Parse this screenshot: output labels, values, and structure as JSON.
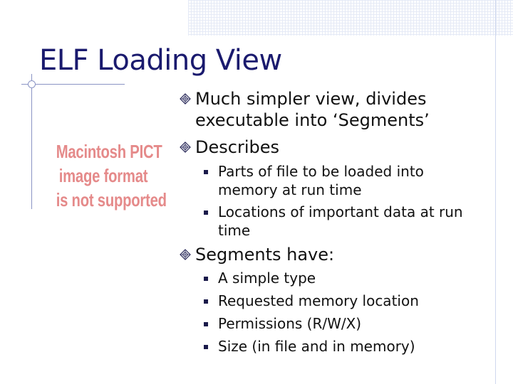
{
  "slide": {
    "title": "ELF Loading View",
    "placeholder_image_text": [
      "Macintosh PICT",
      "image format",
      "is not supported"
    ],
    "bullets": [
      {
        "lines": [
          "Much simpler view, divides",
          "executable into ‘Segments’"
        ],
        "subbullets": []
      },
      {
        "lines": [
          "Describes"
        ],
        "subbullets": [
          {
            "lines": [
              "Parts of file to be loaded into",
              "memory at run time"
            ]
          },
          {
            "lines": [
              "Locations of important data at run",
              "time"
            ]
          }
        ]
      },
      {
        "lines": [
          "Segments have:"
        ],
        "subbullets": [
          {
            "lines": [
              "A simple type"
            ]
          },
          {
            "lines": [
              "Requested memory location"
            ]
          },
          {
            "lines": [
              "Permissions (R/W/X)"
            ]
          },
          {
            "lines": [
              "Size (in file and in memory)"
            ]
          }
        ]
      }
    ]
  },
  "colors": {
    "title": "#1a1a6e",
    "text": "#111111",
    "pict_text": "#e58a8a",
    "rule": "#8a94c4",
    "grid": "#dfe6f5"
  },
  "icons": {
    "bullet_level1": "diamond-bullet-icon",
    "bullet_level2": "square-bullet-icon"
  }
}
